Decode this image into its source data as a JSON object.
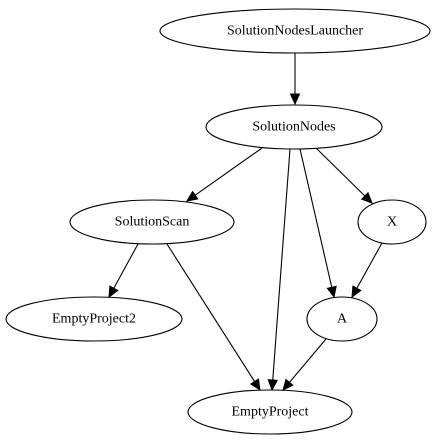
{
  "graph": {
    "nodes": [
      {
        "id": "launcher",
        "label": "SolutionNodesLauncher"
      },
      {
        "id": "nodes",
        "label": "SolutionNodes"
      },
      {
        "id": "scan",
        "label": "SolutionScan"
      },
      {
        "id": "x",
        "label": "X"
      },
      {
        "id": "empty2",
        "label": "EmptyProject2"
      },
      {
        "id": "a",
        "label": "A"
      },
      {
        "id": "empty",
        "label": "EmptyProject"
      }
    ],
    "edges": [
      {
        "from": "launcher",
        "to": "nodes"
      },
      {
        "from": "nodes",
        "to": "scan"
      },
      {
        "from": "nodes",
        "to": "x"
      },
      {
        "from": "nodes",
        "to": "a"
      },
      {
        "from": "nodes",
        "to": "empty"
      },
      {
        "from": "scan",
        "to": "empty2"
      },
      {
        "from": "scan",
        "to": "empty"
      },
      {
        "from": "x",
        "to": "a"
      },
      {
        "from": "a",
        "to": "empty"
      }
    ]
  }
}
